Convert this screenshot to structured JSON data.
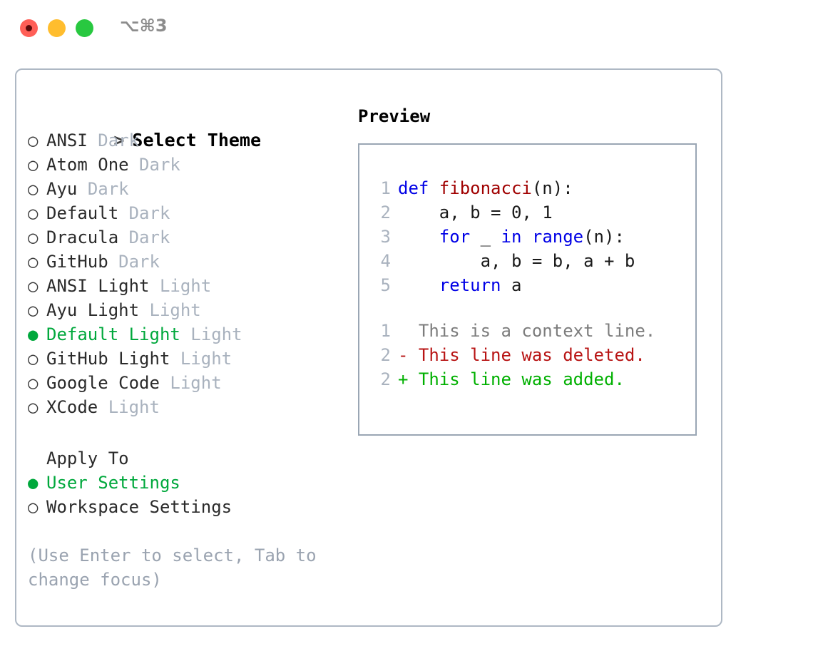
{
  "window": {
    "shortcut_label": "⌥⌘3",
    "traffic_lights": {
      "close_label": "close",
      "minimize_label": "minimize",
      "maximize_label": "maximize"
    }
  },
  "colors": {
    "accent_green": "#00A83C",
    "muted": "#A9B2BE",
    "help_text": "#9AA3B0",
    "keyword_blue": "#0000E6",
    "function_red": "#A00000",
    "diff_deleted": "#B81414",
    "diff_added": "#00B000",
    "panel_border": "#AEB8C4",
    "preview_border": "#9AA6B4",
    "traffic_red": "#FF5F57",
    "traffic_yellow": "#FFBD2E",
    "traffic_green": "#28C840"
  },
  "theme_picker": {
    "header_prompt": ">",
    "header_label": "Select Theme",
    "bullet_selected": "●",
    "bullet_unselected": "○",
    "items": [
      {
        "name": "ANSI",
        "mode": "Dark",
        "selected": false
      },
      {
        "name": "Atom One",
        "mode": "Dark",
        "selected": false
      },
      {
        "name": "Ayu",
        "mode": "Dark",
        "selected": false
      },
      {
        "name": "Default",
        "mode": "Dark",
        "selected": false
      },
      {
        "name": "Dracula",
        "mode": "Dark",
        "selected": false
      },
      {
        "name": "GitHub",
        "mode": "Dark",
        "selected": false
      },
      {
        "name": "ANSI Light",
        "mode": "Light",
        "selected": false
      },
      {
        "name": "Ayu Light",
        "mode": "Light",
        "selected": false
      },
      {
        "name": "Default Light",
        "mode": "Light",
        "selected": true
      },
      {
        "name": "GitHub Light",
        "mode": "Light",
        "selected": false
      },
      {
        "name": "Google Code",
        "mode": "Light",
        "selected": false
      },
      {
        "name": "XCode",
        "mode": "Light",
        "selected": false
      }
    ]
  },
  "apply_to": {
    "label": "Apply To",
    "items": [
      {
        "name": "User Settings",
        "selected": true
      },
      {
        "name": "Workspace Settings",
        "selected": false
      }
    ]
  },
  "help": {
    "text": "(Use Enter to select, Tab to change focus)"
  },
  "preview": {
    "title": "Preview",
    "code_lines": [
      {
        "num": "1",
        "tokens": [
          {
            "t": "def ",
            "c": "kw"
          },
          {
            "t": "fibonacci",
            "c": "fn"
          },
          {
            "t": "(n):",
            "c": "plain"
          }
        ]
      },
      {
        "num": "2",
        "tokens": [
          {
            "t": "    a, b = 0, 1",
            "c": "plain"
          }
        ]
      },
      {
        "num": "3",
        "tokens": [
          {
            "t": "    for",
            "c": "kw"
          },
          {
            "t": " _ ",
            "c": "plain"
          },
          {
            "t": "in range",
            "c": "kw"
          },
          {
            "t": "(n):",
            "c": "plain"
          }
        ]
      },
      {
        "num": "4",
        "tokens": [
          {
            "t": "        a, b = b, a + b",
            "c": "plain"
          }
        ]
      },
      {
        "num": "5",
        "tokens": [
          {
            "t": "    return",
            "c": "kw"
          },
          {
            "t": " a",
            "c": "plain"
          }
        ]
      }
    ],
    "diff_lines": [
      {
        "num": "1",
        "marker": " ",
        "text": "This is a context line.",
        "kind": "ctx"
      },
      {
        "num": "2",
        "marker": "-",
        "text": "This line was deleted.",
        "kind": "del"
      },
      {
        "num": "2",
        "marker": "+",
        "text": "This line was added.",
        "kind": "add"
      }
    ]
  }
}
